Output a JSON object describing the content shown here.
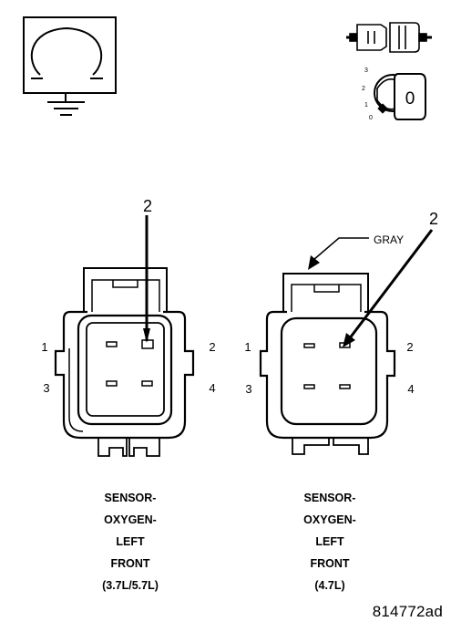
{
  "ignition_icon": {
    "positions": [
      "3",
      "2",
      "1",
      "0"
    ],
    "key_label": "0"
  },
  "connector_left": {
    "callout": "2",
    "pins": {
      "p1": "1",
      "p2": "2",
      "p3": "3",
      "p4": "4"
    },
    "caption": [
      "SENSOR-",
      "OXYGEN-",
      "LEFT",
      "FRONT",
      "(3.7L/5.7L)"
    ]
  },
  "connector_right": {
    "callout": "2",
    "color_label": "GRAY",
    "pins": {
      "p1": "1",
      "p2": "2",
      "p3": "3",
      "p4": "4"
    },
    "caption": [
      "SENSOR-",
      "OXYGEN-",
      "LEFT",
      "FRONT",
      "(4.7L)"
    ]
  },
  "figure_id": "814772ad"
}
